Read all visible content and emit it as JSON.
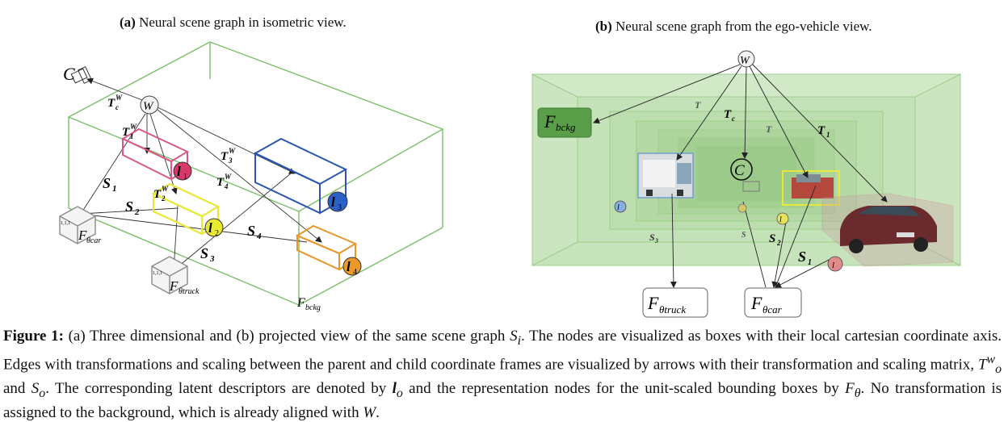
{
  "panel_a": {
    "subcaption_tag": "(a)",
    "subcaption_text": "Neural scene graph in isometric view.",
    "camera_label": "C",
    "world_label": "W",
    "labels": {
      "t_c": "T",
      "t1": "T",
      "t2": "T",
      "t3": "T",
      "t4": "T",
      "s1": "S",
      "s2": "S",
      "s3": "S",
      "s4": "S",
      "sub1": "1",
      "sub2": "2",
      "sub3": "3",
      "sub4": "4",
      "subc": "c",
      "sup": "W"
    },
    "latent_nodes": [
      "l",
      "l",
      "l",
      "l"
    ],
    "latent_subs": [
      "1",
      "2",
      "3",
      "4"
    ],
    "f_car": "F",
    "f_car_sub": "θcar",
    "f_truck": "F",
    "f_truck_sub": "θtruck",
    "f_bckg": "F",
    "f_bckg_sub": "bckg",
    "unit_label": "1,1,1"
  },
  "panel_b": {
    "subcaption_tag": "(b)",
    "subcaption_text": "Neural scene graph from the ego-vehicle view.",
    "world_label": "W",
    "camera_label": "C",
    "f_bckg": "F",
    "f_bckg_sub": "bckg",
    "f_truck": "F",
    "f_truck_sub": "θtruck",
    "f_car": "F",
    "f_car_sub": "θcar",
    "s_labels": [
      "S",
      "S",
      "S",
      "S"
    ],
    "s_subs": [
      "3",
      "4",
      "2",
      "1"
    ],
    "t_labels": [
      "T",
      "T",
      "T",
      "T"
    ],
    "t_subs": [
      "3",
      "c",
      "2",
      "1"
    ],
    "latent_nodes": [
      "l",
      "l",
      "l",
      "l"
    ],
    "latent_subs": [
      "3",
      "4",
      "2",
      "1"
    ]
  },
  "caption": {
    "label": "Figure 1:",
    "text_1": "(a) Three dimensional and (b) projected view of the same scene graph",
    "sym_S": "S",
    "sym_S_sub": "i",
    "text_2": ". The nodes are visualized as boxes with their local cartesian coordinate axis. Edges with transformations and scaling between the parent and child coordinate frames are visualized by arrows with their transformation and scaling matrix,",
    "sym_T": "T",
    "sym_T_sup": "w",
    "sym_T_sub": "o",
    "text_3": "and",
    "sym_So": "S",
    "sym_So_sub": "o",
    "text_4": ". The corresponding latent descriptors are denoted by",
    "sym_l": "l",
    "sym_l_sub": "o",
    "text_5": "and the representation nodes for the unit-scaled bounding boxes by",
    "sym_F": "F",
    "sym_F_sub": "θ",
    "text_6": ". No transformation is assigned to the background, which is already aligned with",
    "sym_W": "W",
    "text_7": "."
  },
  "colors": {
    "scene_green": "#7bbf6a",
    "bckg_node": "#5a9e4a",
    "pink_box": "#d75a8a",
    "yellow_box": "#e8e83a",
    "blue_box": "#2a55b0",
    "orange_box": "#e8962a",
    "l1": "#d63a6a",
    "l2": "#eaea30",
    "l3": "#2a60c8",
    "l4": "#eb9a2a"
  }
}
